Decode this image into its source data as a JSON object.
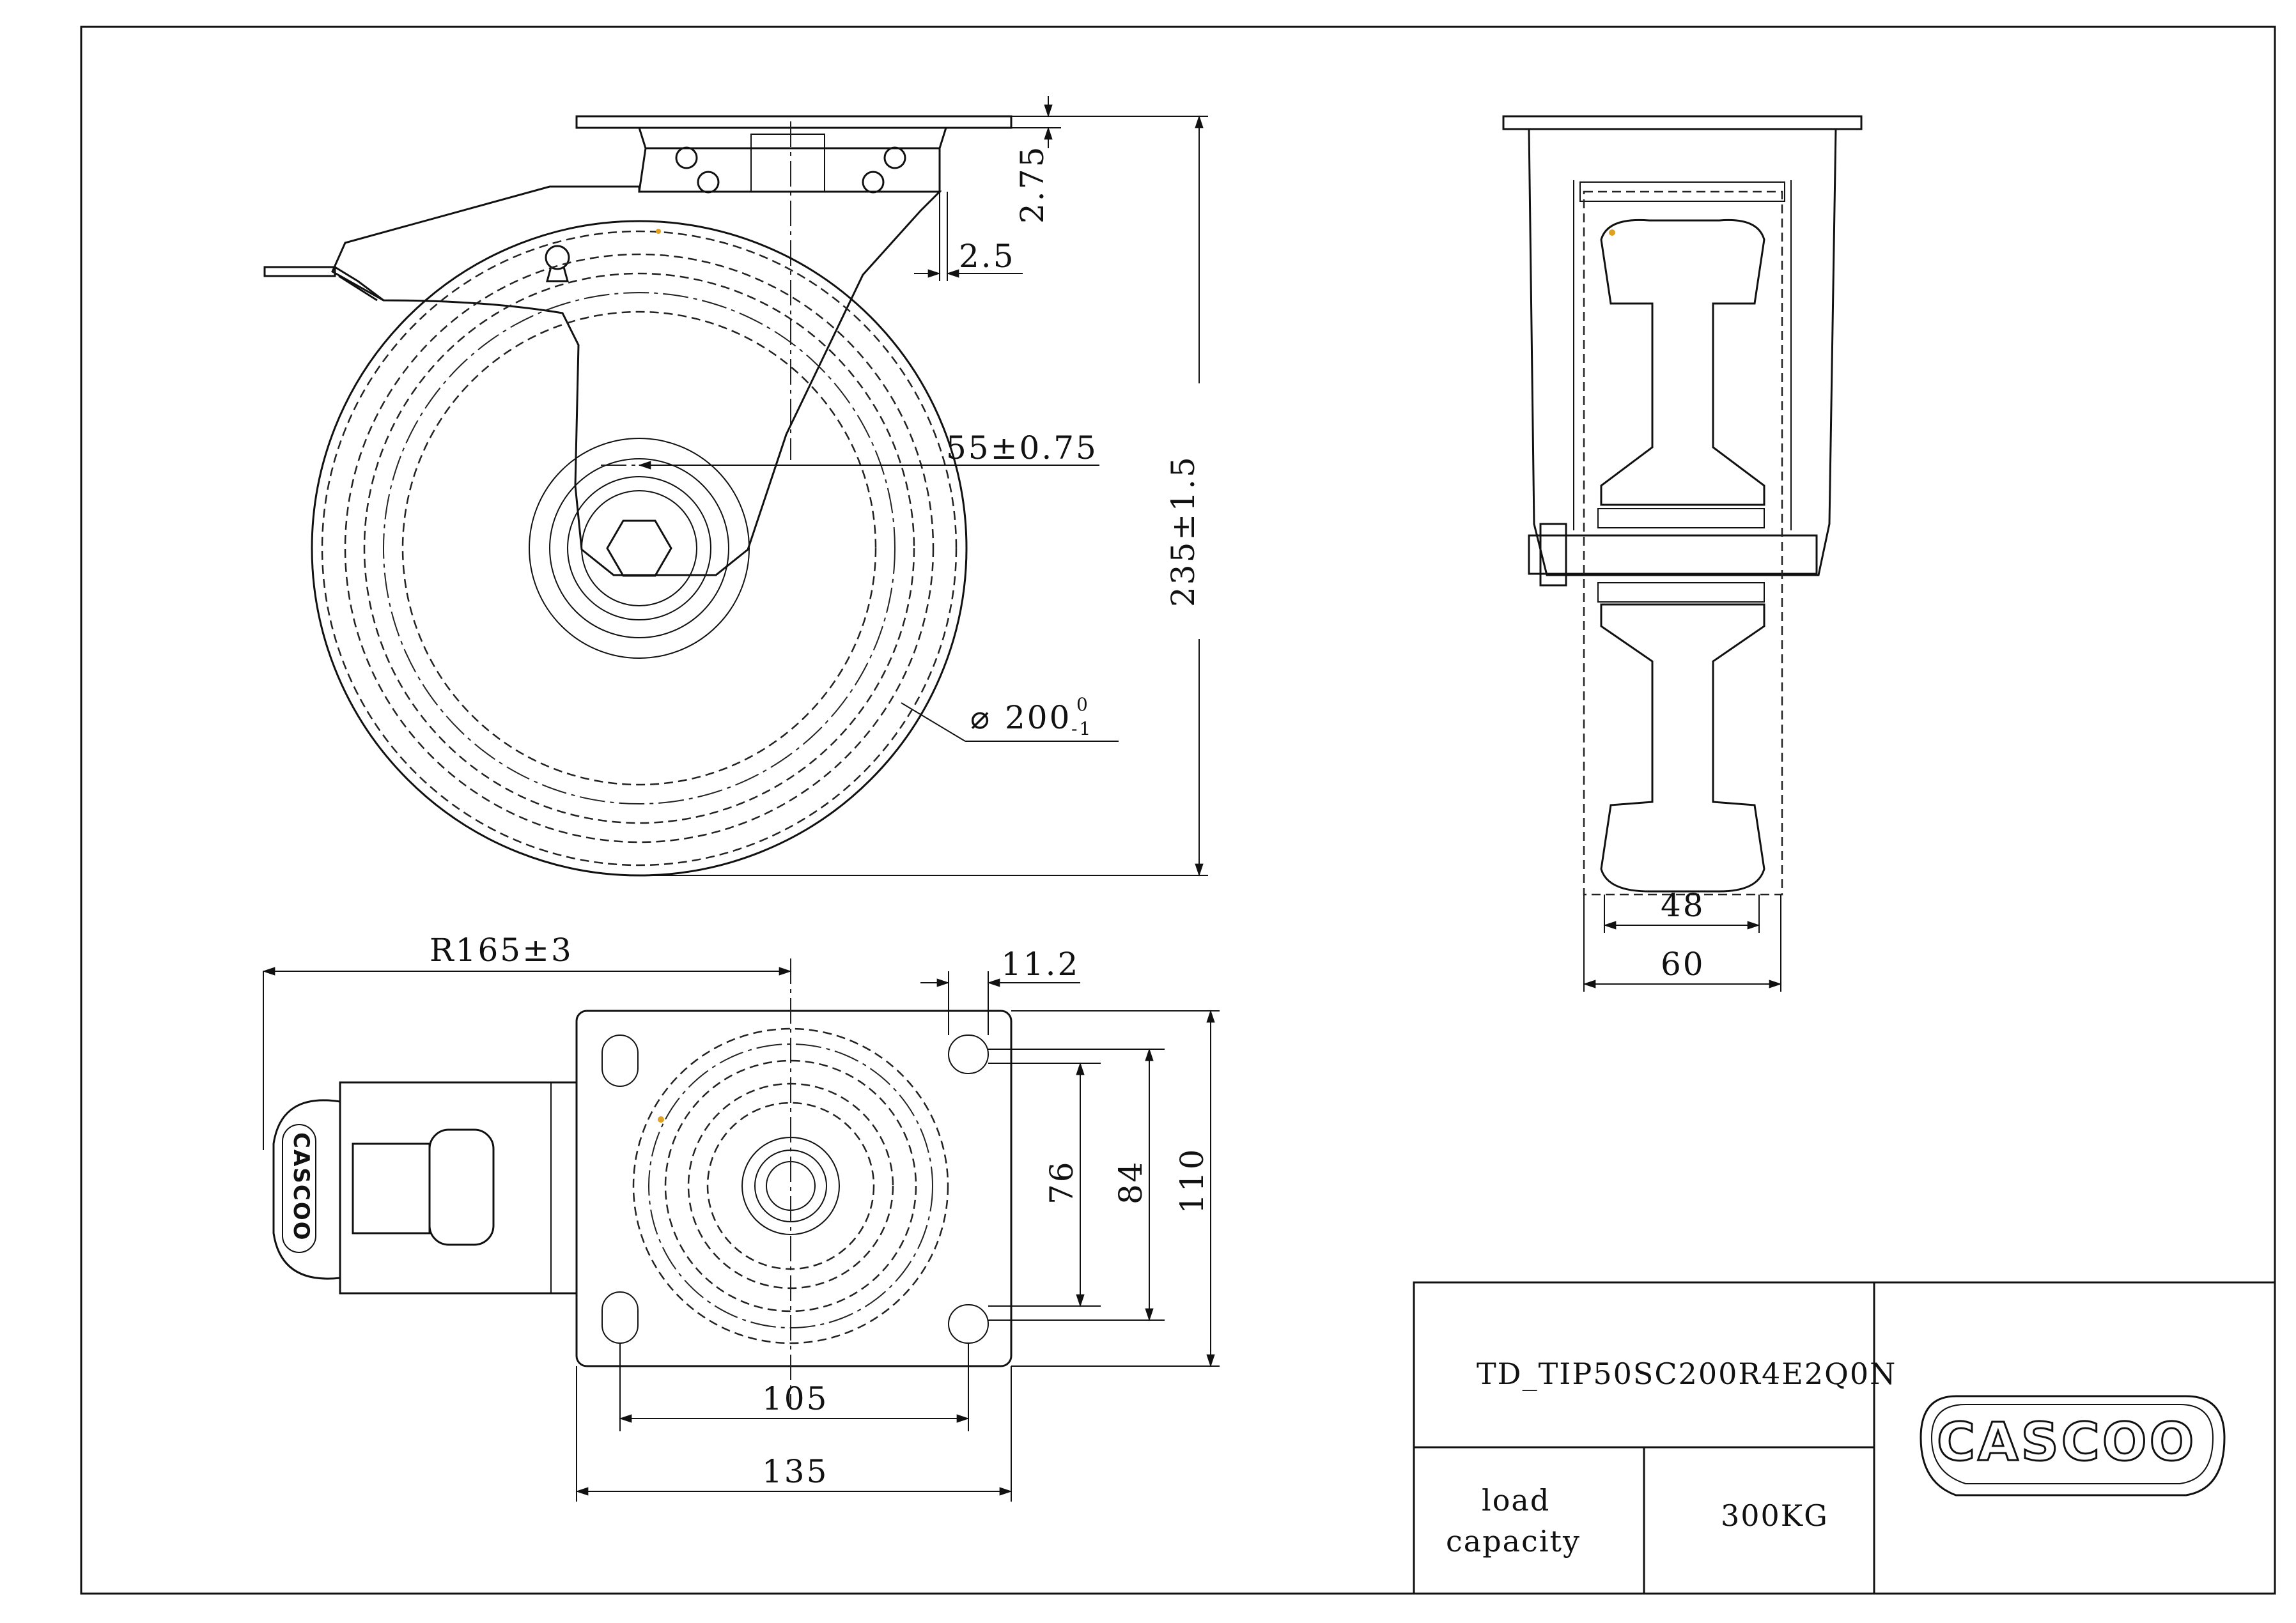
{
  "dimensions": {
    "d_2_75": "2.75",
    "d_2_5": "2.5",
    "d_55": "55±0.75",
    "d_235": "235±1.5",
    "d_dia_main": "200",
    "d_dia_upper": "0",
    "d_dia_lower": "-1",
    "d_r165": "R165±3",
    "d_11_2": "11.2",
    "d_76": "76",
    "d_84": "84",
    "d_110": "110",
    "d_105": "105",
    "d_135": "135",
    "d_48": "48",
    "d_60": "60"
  },
  "title_block": {
    "model": "TD_TIP50SC200R4E2Q0N",
    "load_label_line1": "load",
    "load_label_line2": "capacity",
    "load_value": "300KG",
    "logo_text": "CASCOO"
  },
  "stamp_text": "CASCOO",
  "colors": {
    "line": "#111111",
    "background": "#ffffff",
    "accent_mark": "#e0a020"
  }
}
